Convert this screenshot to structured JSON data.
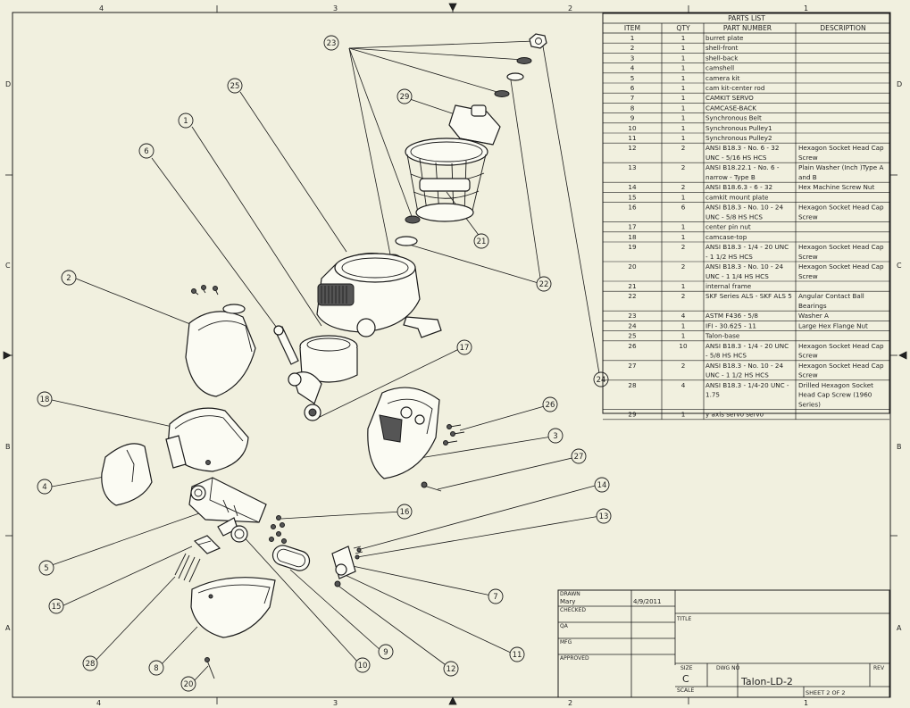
{
  "border": {
    "top_zones": [
      "4",
      "3",
      "2",
      "1"
    ],
    "bottom_zones": [
      "4",
      "3",
      "2",
      "1"
    ],
    "left_zones": [
      "D",
      "C",
      "B",
      "A"
    ],
    "right_zones": [
      "D",
      "C",
      "B",
      "A"
    ]
  },
  "parts_list": {
    "title": "PARTS LIST",
    "headers": [
      "ITEM",
      "QTY",
      "PART NUMBER",
      "DESCRIPTION"
    ],
    "rows": [
      {
        "item": "1",
        "qty": "1",
        "part": [
          "burret plate"
        ],
        "desc": [
          ""
        ]
      },
      {
        "item": "2",
        "qty": "1",
        "part": [
          "shell-front"
        ],
        "desc": [
          ""
        ]
      },
      {
        "item": "3",
        "qty": "1",
        "part": [
          "shell-back"
        ],
        "desc": [
          ""
        ]
      },
      {
        "item": "4",
        "qty": "1",
        "part": [
          "camshell"
        ],
        "desc": [
          ""
        ]
      },
      {
        "item": "5",
        "qty": "1",
        "part": [
          "camera kit"
        ],
        "desc": [
          ""
        ]
      },
      {
        "item": "6",
        "qty": "1",
        "part": [
          "cam kit-center rod"
        ],
        "desc": [
          ""
        ]
      },
      {
        "item": "7",
        "qty": "1",
        "part": [
          "CAMKIT SERVO"
        ],
        "desc": [
          ""
        ]
      },
      {
        "item": "8",
        "qty": "1",
        "part": [
          "CAMCASE-BACK"
        ],
        "desc": [
          ""
        ]
      },
      {
        "item": "9",
        "qty": "1",
        "part": [
          "Synchronous Belt"
        ],
        "desc": [
          ""
        ]
      },
      {
        "item": "10",
        "qty": "1",
        "part": [
          "Synchronous Pulley1"
        ],
        "desc": [
          ""
        ]
      },
      {
        "item": "11",
        "qty": "1",
        "part": [
          "Synchronous Pulley2"
        ],
        "desc": [
          ""
        ]
      },
      {
        "item": "12",
        "qty": "2",
        "part": [
          "ANSI B18.3 - No. 6 - 32",
          "UNC - 5/16 HS HCS"
        ],
        "desc": [
          "Hexagon Socket Head Cap",
          "Screw"
        ]
      },
      {
        "item": "13",
        "qty": "2",
        "part": [
          "ANSI B18.22.1 - No. 6 -",
          "narrow - Type B"
        ],
        "desc": [
          "Plain Washer (Inch )Type A",
          "and B"
        ]
      },
      {
        "item": "14",
        "qty": "2",
        "part": [
          "ANSI B18.6.3 - 6 - 32"
        ],
        "desc": [
          "Hex Machine Screw Nut"
        ]
      },
      {
        "item": "15",
        "qty": "1",
        "part": [
          "camkit mount plate"
        ],
        "desc": [
          ""
        ]
      },
      {
        "item": "16",
        "qty": "6",
        "part": [
          "ANSI B18.3 - No. 10 - 24",
          "UNC - 5/8 HS HCS"
        ],
        "desc": [
          "Hexagon Socket Head Cap",
          "Screw"
        ]
      },
      {
        "item": "17",
        "qty": "1",
        "part": [
          "center pin nut"
        ],
        "desc": [
          ""
        ]
      },
      {
        "item": "18",
        "qty": "1",
        "part": [
          "camcase-top"
        ],
        "desc": [
          ""
        ]
      },
      {
        "item": "19",
        "qty": "2",
        "part": [
          "ANSI B18.3 - 1/4 - 20 UNC",
          "- 1 1/2 HS HCS"
        ],
        "desc": [
          "Hexagon Socket Head Cap",
          "Screw"
        ]
      },
      {
        "item": "20",
        "qty": "2",
        "part": [
          "ANSI B18.3 - No. 10 - 24",
          "UNC - 1 1/4 HS HCS"
        ],
        "desc": [
          "Hexagon Socket Head Cap",
          "Screw"
        ]
      },
      {
        "item": "21",
        "qty": "1",
        "part": [
          "internal frame"
        ],
        "desc": [
          ""
        ]
      },
      {
        "item": "22",
        "qty": "2",
        "part": [
          "SKF Series ALS - SKF ALS 5"
        ],
        "desc": [
          "Angular Contact Ball",
          "Bearings"
        ]
      },
      {
        "item": "23",
        "qty": "4",
        "part": [
          "ASTM F436 - 5/8"
        ],
        "desc": [
          "Washer A"
        ]
      },
      {
        "item": "24",
        "qty": "1",
        "part": [
          "IFI - 30.625 - 11"
        ],
        "desc": [
          "Large Hex Flange Nut"
        ]
      },
      {
        "item": "25",
        "qty": "1",
        "part": [
          "Talon-base"
        ],
        "desc": [
          ""
        ]
      },
      {
        "item": "26",
        "qty": "10",
        "part": [
          "ANSI B18.3 - 1/4 - 20 UNC",
          "- 5/8 HS HCS"
        ],
        "desc": [
          "Hexagon Socket Head Cap",
          "Screw"
        ]
      },
      {
        "item": "27",
        "qty": "2",
        "part": [
          "ANSI B18.3 - No. 10 - 24",
          "UNC - 1 1/2 HS HCS"
        ],
        "desc": [
          "Hexagon Socket Head Cap",
          "Screw"
        ]
      },
      {
        "item": "28",
        "qty": "4",
        "part": [
          "ANSI B18.3 - 1/4-20 UNC -",
          "1.75"
        ],
        "desc": [
          "Drilled Hexagon Socket",
          "Head Cap Screw (1960",
          "Series)"
        ]
      },
      {
        "item": "29",
        "qty": "1",
        "part": [
          "y axis servo servo"
        ],
        "desc": [
          ""
        ]
      }
    ]
  },
  "title_block": {
    "drawn_label": "DRAWN",
    "drawn_by": "Mary",
    "drawn_date": "4/9/2011",
    "checked_label": "CHECKED",
    "qa_label": "QA",
    "mfg_label": "MFG",
    "approved_label": "APPROVED",
    "title_label": "TITLE",
    "size_label": "SIZE",
    "size_value": "C",
    "dwg_label": "DWG NO",
    "dwg_value": "Talon-LD-2",
    "rev_label": "REV",
    "scale_label": "SCALE",
    "sheet_text": "SHEET 2  OF 2"
  },
  "balloons": [
    "23",
    "25",
    "1",
    "29",
    "6",
    "21",
    "22",
    "2",
    "17",
    "18",
    "26",
    "3",
    "27",
    "4",
    "16",
    "5",
    "14",
    "13",
    "15",
    "7",
    "9",
    "10",
    "12",
    "11",
    "28",
    "8",
    "20",
    "24"
  ]
}
